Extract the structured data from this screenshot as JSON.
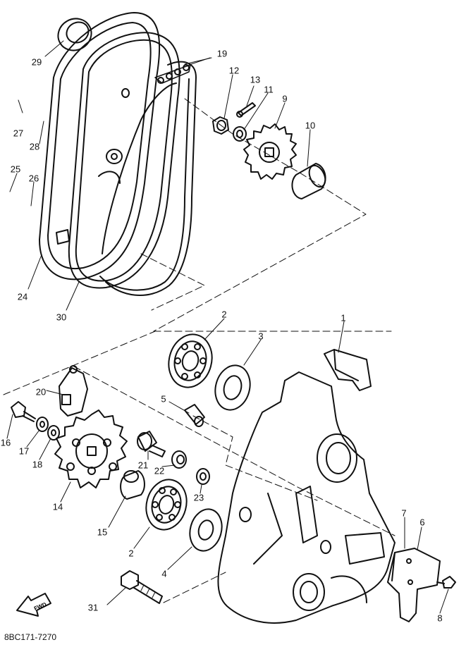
{
  "diagram": {
    "part_numbers": [
      "1",
      "2",
      "2",
      "3",
      "4",
      "5",
      "6",
      "7",
      "8",
      "9",
      "10",
      "11",
      "12",
      "13",
      "14",
      "15",
      "16",
      "17",
      "18",
      "19",
      "20",
      "21",
      "22",
      "23",
      "24",
      "25",
      "26",
      "27",
      "28",
      "29",
      "30",
      "31"
    ],
    "code": "8BC171-7270",
    "fwd_label": "FWD"
  }
}
